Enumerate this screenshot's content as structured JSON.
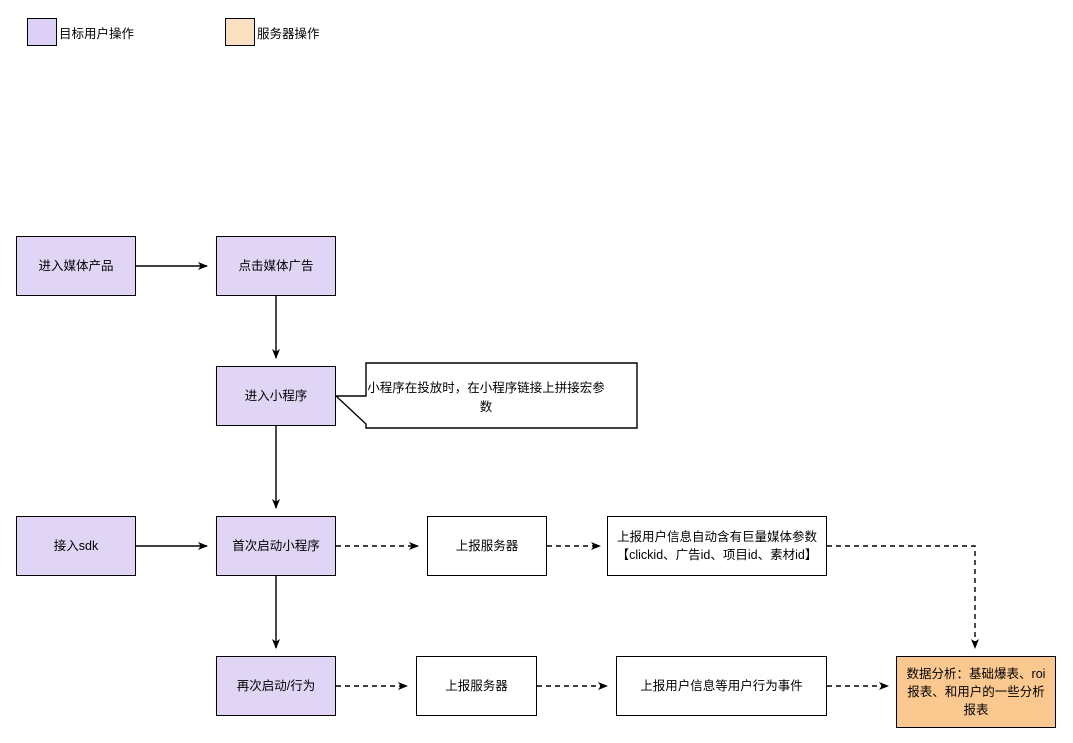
{
  "legend": {
    "items": [
      {
        "id": "user-op",
        "label": "目标用户操作",
        "color": "#ddd0f7"
      },
      {
        "id": "server-op",
        "label": "服务器操作",
        "color": "#fce0c2"
      }
    ]
  },
  "diagram": {
    "type": "flowchart",
    "nodes": [
      {
        "id": "enter-media-product",
        "label": "进入媒体产品",
        "kind": "user"
      },
      {
        "id": "click-media-ad",
        "label": "点击媒体广告",
        "kind": "user"
      },
      {
        "id": "enter-miniprogram",
        "label": "进入小程序",
        "kind": "user"
      },
      {
        "id": "integrate-sdk",
        "label": "接入sdk",
        "kind": "user"
      },
      {
        "id": "first-launch",
        "label": "首次启动小程序",
        "kind": "user"
      },
      {
        "id": "report-server-1",
        "label": "上报服务器",
        "kind": "plain"
      },
      {
        "id": "report-user-info-macro",
        "label": "上报用户信息自动含有巨量媒体参数\n【clickid、广告id、项目id、素材id】",
        "kind": "plain"
      },
      {
        "id": "relaunch-behavior",
        "label": "再次启动/行为",
        "kind": "user"
      },
      {
        "id": "report-server-2",
        "label": "上报服务器",
        "kind": "plain"
      },
      {
        "id": "report-user-behavior",
        "label": "上报用户信息等用户行为事件",
        "kind": "plain"
      },
      {
        "id": "data-analysis",
        "label": "数据分析：基础爆表、roi报表、和用户的一些分析报表",
        "kind": "server"
      }
    ],
    "note": {
      "id": "miniprogram-macro-note",
      "label": "小程序在投放时，在小程序链接上拼接宏参数",
      "attached_to": "enter-miniprogram"
    },
    "edges": [
      {
        "from": "enter-media-product",
        "to": "click-media-ad",
        "style": "solid"
      },
      {
        "from": "click-media-ad",
        "to": "enter-miniprogram",
        "style": "solid"
      },
      {
        "from": "enter-miniprogram",
        "to": "first-launch",
        "style": "solid"
      },
      {
        "from": "integrate-sdk",
        "to": "first-launch",
        "style": "solid"
      },
      {
        "from": "first-launch",
        "to": "report-server-1",
        "style": "dashed"
      },
      {
        "from": "report-server-1",
        "to": "report-user-info-macro",
        "style": "dashed"
      },
      {
        "from": "report-user-info-macro",
        "to": "data-analysis",
        "style": "dashed"
      },
      {
        "from": "first-launch",
        "to": "relaunch-behavior",
        "style": "solid"
      },
      {
        "from": "relaunch-behavior",
        "to": "report-server-2",
        "style": "dashed"
      },
      {
        "from": "report-server-2",
        "to": "report-user-behavior",
        "style": "dashed"
      },
      {
        "from": "report-user-behavior",
        "to": "data-analysis",
        "style": "dashed"
      }
    ]
  },
  "colors": {
    "user_fill": "#e1d5f5",
    "server_fill": "#fbc98f",
    "plain_fill": "#ffffff",
    "stroke": "#000000",
    "background": "#ffffff"
  }
}
